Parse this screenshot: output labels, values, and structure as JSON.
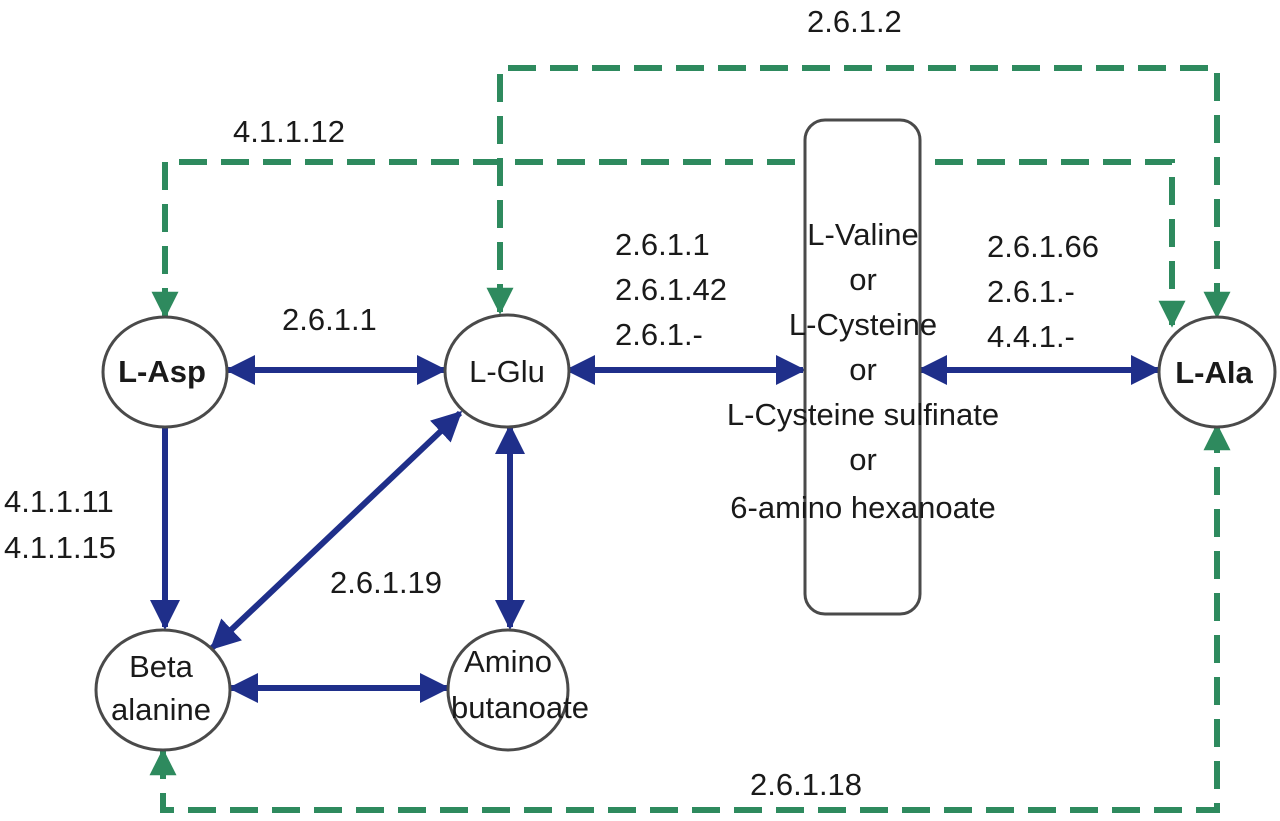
{
  "diagram": {
    "colors": {
      "solid_arrow": "#1f2f8a",
      "dashed_arrow": "#2e8a5e",
      "node_stroke": "#4a4a4a",
      "text": "#1a1a1a"
    },
    "nodes": {
      "asp": "L-Asp",
      "glu": "L-Glu",
      "ala": "L-Ala",
      "beta": [
        "Beta",
        "alanine"
      ],
      "amino": [
        "Amino",
        "butanoate"
      ]
    },
    "box": [
      "L-Valine",
      "or",
      "L-Cysteine",
      "or",
      "L-Cysteine sulfinate",
      "or",
      "6-amino hexanoate"
    ],
    "enzymes": {
      "top": "2.6.1.2",
      "asp_to_ala": "4.1.1.12",
      "asp_glu": "2.6.1.1",
      "glu_box": [
        "2.6.1.1",
        "2.6.1.42",
        "2.6.1.-"
      ],
      "box_ala": [
        "2.6.1.66",
        "2.6.1.-",
        "4.4.1.-"
      ],
      "asp_beta": [
        "4.1.1.11",
        "4.1.1.15"
      ],
      "beta_glu": "2.6.1.19",
      "bottom": "2.6.1.18"
    }
  }
}
